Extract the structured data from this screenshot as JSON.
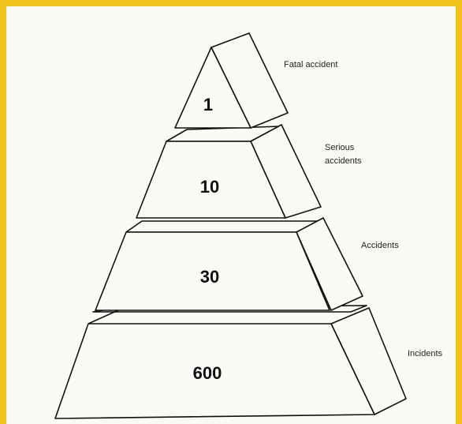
{
  "pyramid": {
    "levels": [
      {
        "value": "1",
        "label_lines": [
          "Fatal accident"
        ]
      },
      {
        "value": "10",
        "label_lines": [
          "Serious",
          "accidents"
        ]
      },
      {
        "value": "30",
        "label_lines": [
          "Accidents"
        ]
      },
      {
        "value": "600",
        "label_lines": [
          "Incidents"
        ]
      }
    ]
  },
  "colors": {
    "border": "#f0c419",
    "background": "#fafaf7",
    "stroke": "#111111"
  }
}
